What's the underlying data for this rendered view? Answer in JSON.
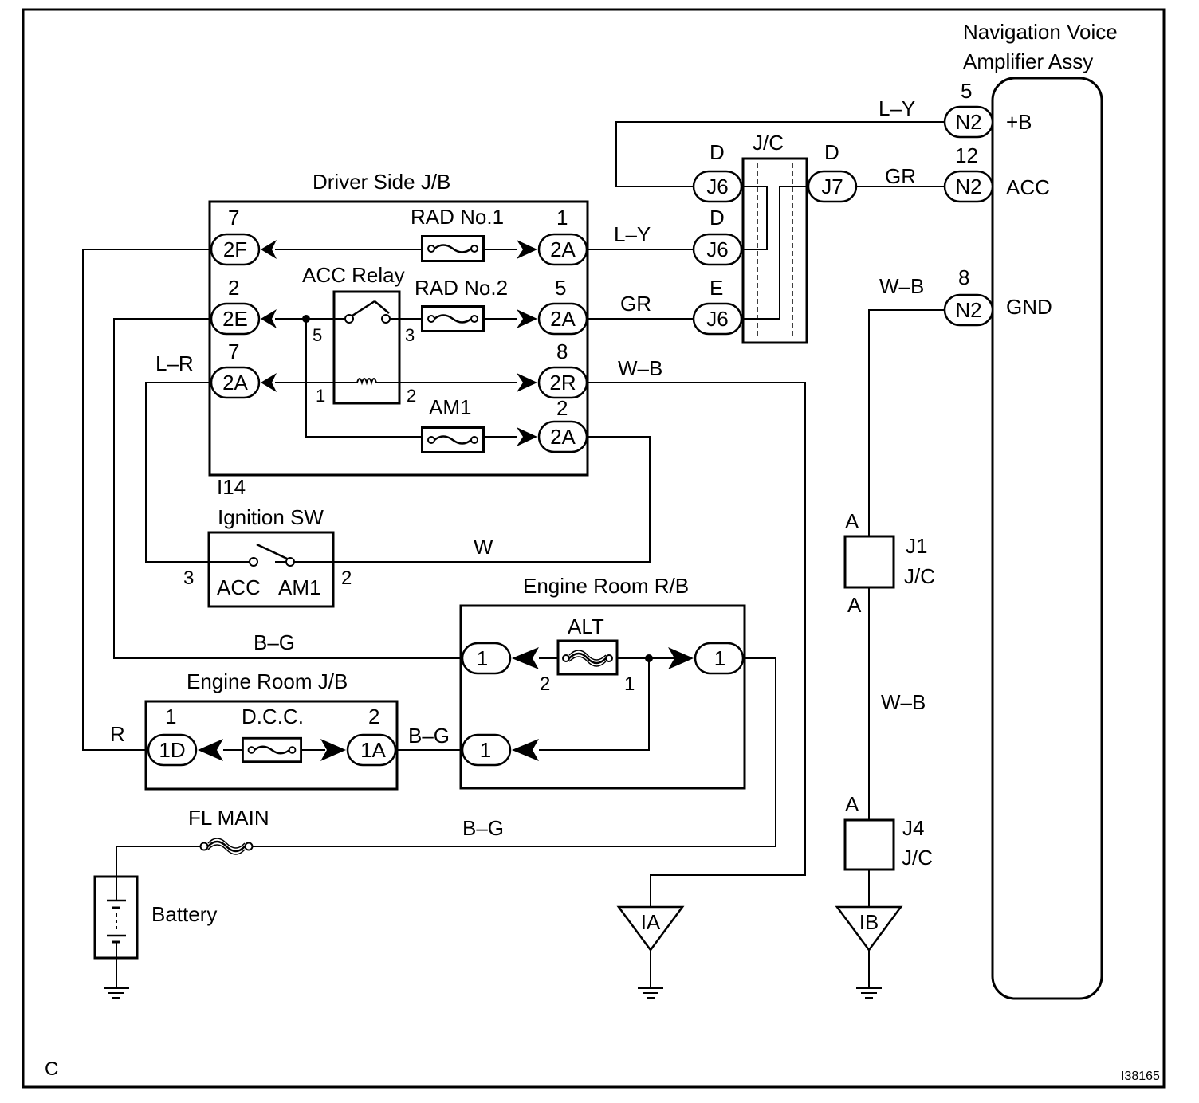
{
  "corner_label": "C",
  "figure_id": "I38165",
  "amp": {
    "title_line1": "Navigation Voice",
    "title_line2": "Amplifier Assy"
  },
  "pins": {
    "plusb": {
      "num": "5",
      "conn": "N2",
      "label": "+B",
      "wire": "L–Y"
    },
    "acc": {
      "num": "12",
      "conn": "N2",
      "label": "ACC",
      "wire": "GR"
    },
    "gnd": {
      "num": "8",
      "conn": "N2",
      "label": "GND",
      "wire": "W–B"
    }
  },
  "jc": {
    "label": "J/C",
    "j6_top": {
      "pin": "D",
      "conn": "J6"
    },
    "j7": {
      "pin": "D",
      "conn": "J7"
    },
    "j6_mid": {
      "pin": "D",
      "conn": "J6"
    },
    "j6_bot": {
      "pin": "E",
      "conn": "J6"
    }
  },
  "driver_jb": {
    "title": "Driver Side J/B",
    "rad1": "RAD No.1",
    "rad2": "RAD No.2",
    "acc_relay": "ACC Relay",
    "am1": "AM1",
    "conn_2f": {
      "num": "7",
      "conn": "2F"
    },
    "conn_2e": {
      "num": "2",
      "conn": "2E"
    },
    "conn_2a_left": {
      "num": "7",
      "conn": "2A"
    },
    "conn_2a_r1": {
      "num": "1",
      "conn": "2A"
    },
    "conn_2a_r2": {
      "num": "5",
      "conn": "2A"
    },
    "conn_2r": {
      "num": "8",
      "conn": "2R"
    },
    "conn_2a_r4": {
      "num": "2",
      "conn": "2A"
    },
    "relay_pins": {
      "p5": "5",
      "p3": "3",
      "p1": "1",
      "p2": "2"
    }
  },
  "wires": {
    "ly": "L–Y",
    "gr": "GR",
    "lr": "L–R",
    "wb": "W–B",
    "w": "W",
    "bg1": "B–G",
    "bg2": "B–G",
    "bg3": "B–G",
    "r": "R",
    "wb_ground": "W–B"
  },
  "ignition": {
    "id": "I14",
    "title": "Ignition SW",
    "acc": "ACC",
    "am1": "AM1",
    "pin_left": "3",
    "pin_right": "2"
  },
  "engine_rb": {
    "title": "Engine Room R/B",
    "alt": "ALT",
    "c_left": "1",
    "c_right": "1",
    "c_bottom": "1",
    "pin2": "2",
    "pin1": "1"
  },
  "engine_jb": {
    "title": "Engine Room J/B",
    "dcc": "D.C.C.",
    "c1_num": "1",
    "c1": "1D",
    "c2_num": "2",
    "c2": "1A"
  },
  "fl_main": "FL MAIN",
  "battery": "Battery",
  "j1": {
    "pin_top": "A",
    "pin_bottom": "A",
    "name": "J1",
    "type": "J/C"
  },
  "j4": {
    "pin_top": "A",
    "name": "J4",
    "type": "J/C"
  },
  "grounds": {
    "ia": "IA",
    "ib": "IB"
  }
}
